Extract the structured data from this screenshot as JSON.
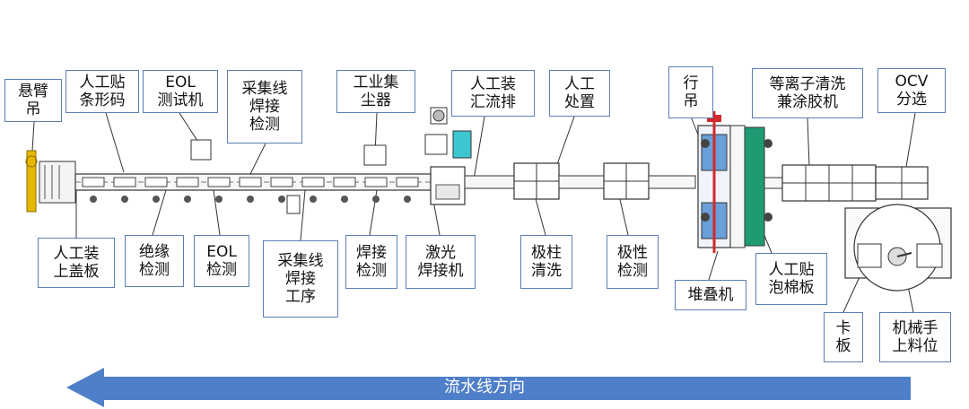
{
  "labels": {
    "cantilever_hoist": [
      "悬臂",
      "吊"
    ],
    "manual_barcode": [
      "人工贴",
      "条形码"
    ],
    "eol_tester": [
      "EOL",
      "测试机"
    ],
    "harness_weld_check": [
      "采集线",
      "焊接",
      "检测"
    ],
    "dust_collector": [
      "工业集",
      "尘器"
    ],
    "manual_busbar": [
      "人工装",
      "汇流排"
    ],
    "manual_handling": [
      "人工",
      "处置"
    ],
    "travel_hoist": [
      "行",
      "吊"
    ],
    "plasma_clean_glue": [
      "等离子清洗",
      "兼涂胶机"
    ],
    "ocv_sorting": [
      "OCV",
      "分选"
    ],
    "manual_cover": [
      "人工装",
      "上盖板"
    ],
    "insulation_test": [
      "绝缘",
      "检测"
    ],
    "eol_test": [
      "EOL",
      "检测"
    ],
    "harness_weld_process": [
      "采集线",
      "焊接",
      "工序"
    ],
    "weld_check": [
      "焊接",
      "检测"
    ],
    "laser_welder": [
      "激光",
      "焊接机"
    ],
    "pole_clean": [
      "极柱",
      "清洗"
    ],
    "polarity_test": [
      "极性",
      "检测"
    ],
    "stacking_machine": [
      "堆叠机"
    ],
    "manual_foam": [
      "人工贴",
      "泡棉板"
    ],
    "clamp_plate": [
      "卡",
      "板"
    ],
    "robot_loading": [
      "机械手",
      "上料位"
    ]
  },
  "flow_direction": "流水线方向",
  "colors": {
    "arrow": "#4f7fc8",
    "label_border": "#5a7fb5",
    "line_frame": "#3a3a3a",
    "cyan_panel": "#3cc6cf",
    "green_panel": "#1f9b74",
    "yellow_hoist": "#e6b800",
    "red_rail": "#d22a2a",
    "blue_module": "#6a9fd8"
  }
}
